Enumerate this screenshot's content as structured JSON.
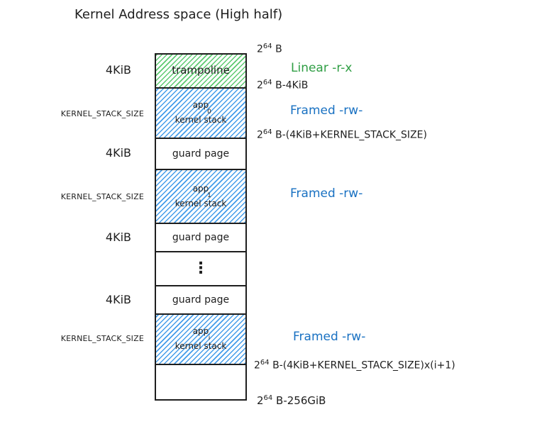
{
  "title": "Kernel Address space (High half)",
  "size_labels": {
    "trampoline": "4KiB",
    "stack0": "KERNEL_STACK_SIZE",
    "guard0": "4KiB",
    "stack1": "KERNEL_STACK_SIZE",
    "guard1": "4KiB",
    "guard2": "4KiB",
    "stacki": "KERNEL_STACK_SIZE"
  },
  "blocks": {
    "trampoline": "trampoline",
    "stack0": {
      "app": "app",
      "index": "0",
      "kernel_stack": "kernel stack"
    },
    "guard0": "guard page",
    "stack1": {
      "app": "app",
      "index": "1",
      "kernel_stack": "kernel stack"
    },
    "guard1": "guard page",
    "ellipsis": "⋮",
    "guard2": "guard page",
    "stacki": {
      "app": "app",
      "index": "i",
      "kernel_stack": "kernel stack"
    }
  },
  "addresses": {
    "top": {
      "base": "2",
      "exp": "64",
      "rest": " B"
    },
    "minus4k": {
      "base": "2",
      "exp": "64",
      "rest": " B-4KiB"
    },
    "app0_bottom": {
      "base": "2",
      "exp": "64",
      "rest": " B-(4KiB+KERNEL_STACK_SIZE)"
    },
    "appi_bottom": {
      "base": "2",
      "exp": "64",
      "rest": " B-(4KiB+KERNEL_STACK_SIZE)x(i+1)"
    },
    "bottom": {
      "base": "2",
      "exp": "64",
      "rest": " B-256GiB"
    }
  },
  "permissions": {
    "trampoline": "Linear -r-x",
    "stack0": "Framed -rw-",
    "stack1": "Framed -rw-",
    "stacki": "Framed -rw-"
  },
  "colors": {
    "linear": "#2f9e44",
    "framed": "#1971c2",
    "stroke": "#1e1e1e"
  }
}
